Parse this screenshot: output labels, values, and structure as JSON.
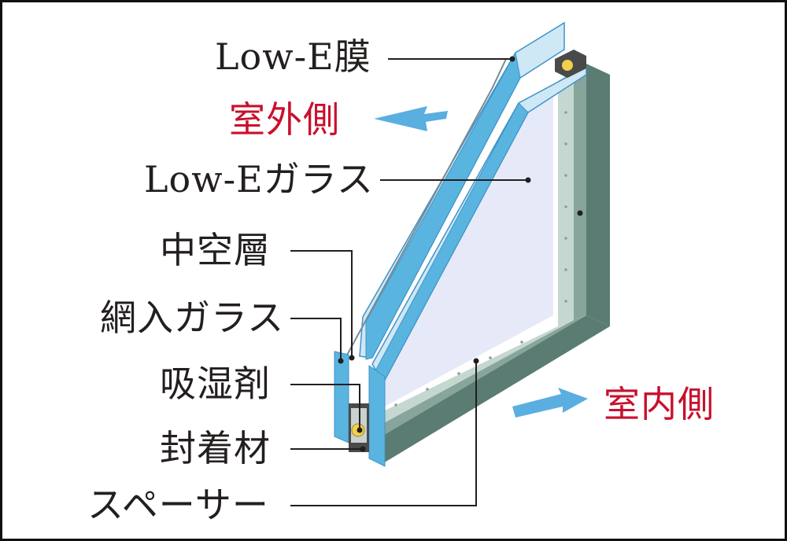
{
  "labels": {
    "low_e_film": "Low-E膜",
    "outdoor_side": "室外側",
    "low_e_glass": "Low-Eガラス",
    "air_layer": "中空層",
    "wired_glass": "網入ガラス",
    "desiccant": "吸湿剤",
    "sealant": "封着材",
    "spacer": "スペーサー",
    "indoor_side": "室内側"
  },
  "colors": {
    "text": "#231f1e",
    "side_label": "#c8102e",
    "arrow": "#5aaee0",
    "glass_edge": "#5ab4e0",
    "glass_face": "#cfe8f6",
    "inner_face": "#e6eaf8",
    "frame_dark": "#5a7c72",
    "frame_mid": "#87a59b",
    "frame_light": "#c5d7d1",
    "desiccant": "#f2d04a"
  }
}
